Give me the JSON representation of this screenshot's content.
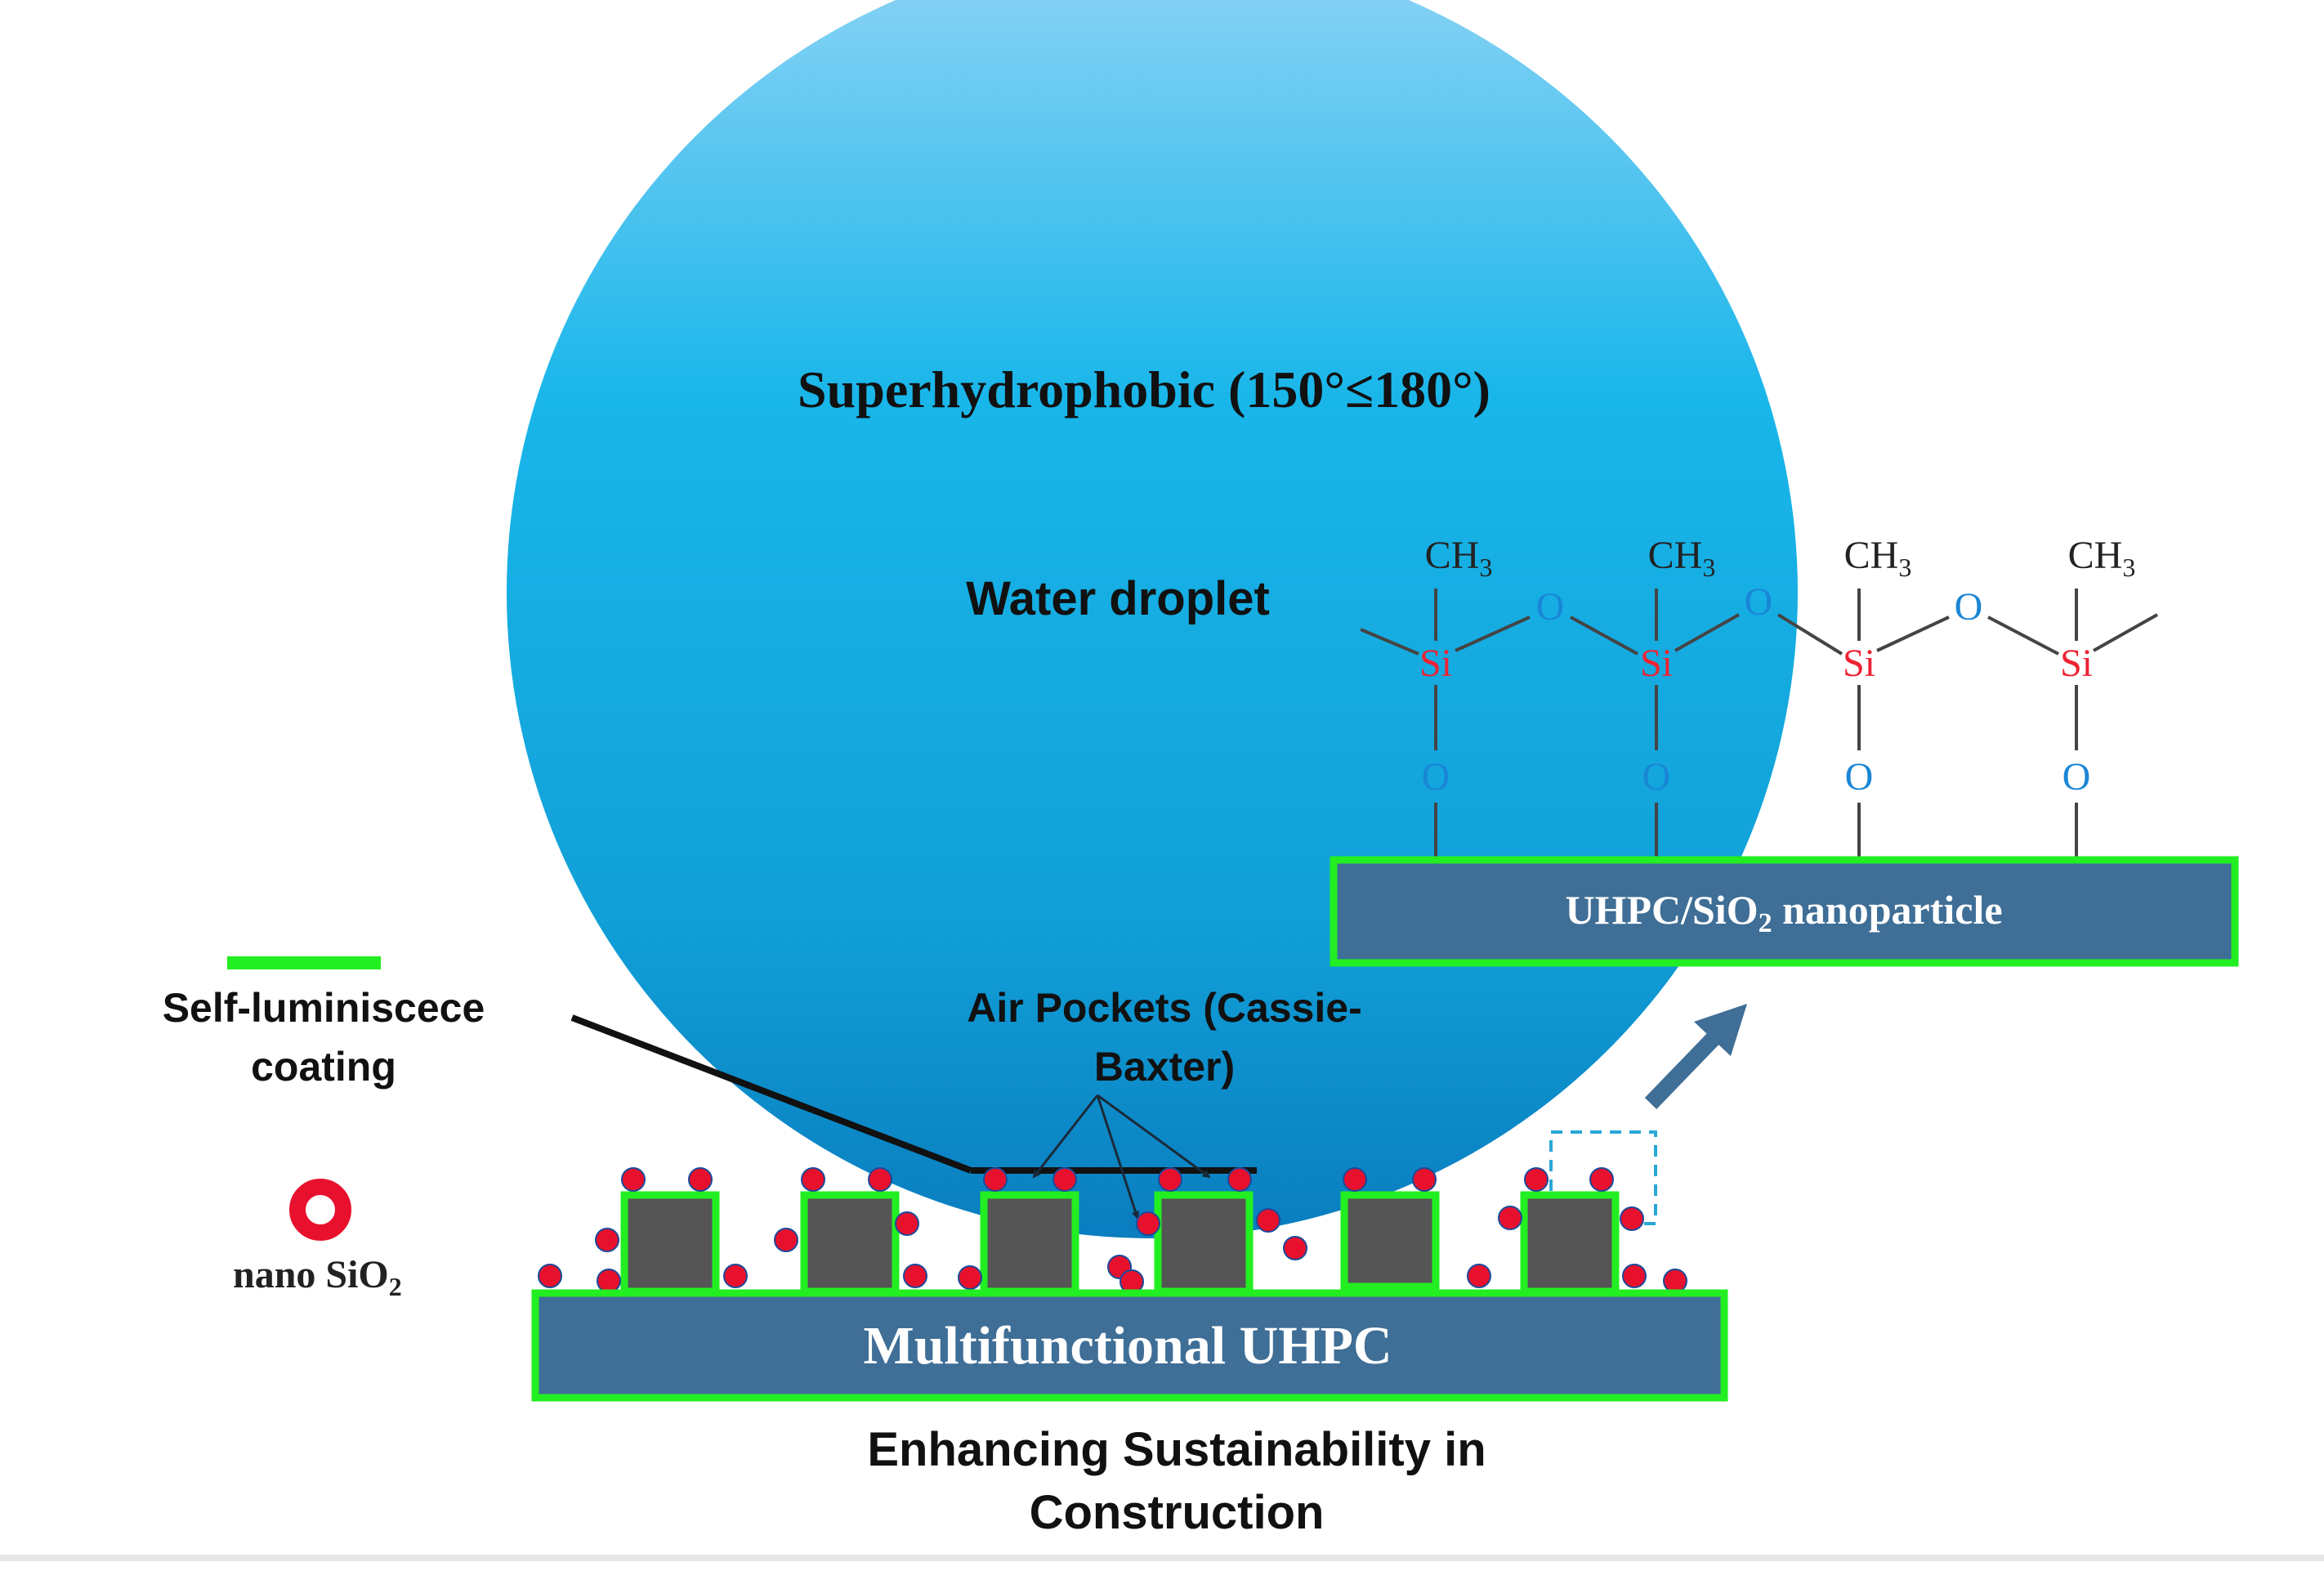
{
  "droplet": {
    "contact_angle_label": "Superhydrophobic (150°≤180°)",
    "label": "Water droplet"
  },
  "legend": {
    "coating_label_line1": "Self-luminiscece",
    "coating_label_line2": "coating",
    "nano_label": "nano SiO",
    "nano_label_sub": "2"
  },
  "air_pockets": {
    "line1": "Air Pockets (Cassie-",
    "line2": "Baxter)"
  },
  "substrate": {
    "label": "Multifunctional UHPC"
  },
  "zoom_panel": {
    "label_prefix": "UHPC/SiO",
    "label_sub": "2",
    "label_suffix": " nanoparticle"
  },
  "chemistry": {
    "methyl": "CH",
    "methyl_sub": "3",
    "silicon": "Si",
    "oxygen": "O"
  },
  "caption": {
    "line1": "Enhancing Sustainability in",
    "line2": "Construction"
  },
  "colors": {
    "droplet_top": "#8fd4f5",
    "droplet_mid": "#1ab3e6",
    "droplet_bottom": "#0a7dbf",
    "substrate": "#3f6e96",
    "coating_green": "#22ee22",
    "particle_red": "#e8112d",
    "grain": "#555555",
    "silicon": "#ee2233",
    "oxygen": "#1a86d6",
    "arrow": "#3f6e96"
  }
}
